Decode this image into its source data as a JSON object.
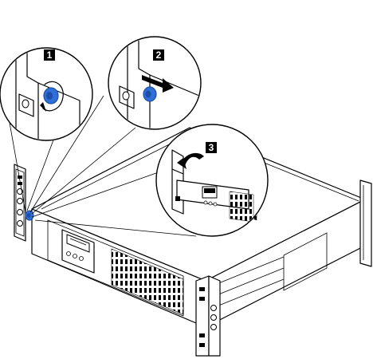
{
  "callouts": [
    {
      "number": "1"
    },
    {
      "number": "2"
    },
    {
      "number": "3"
    }
  ],
  "colors": {
    "line": "#000000",
    "screw": "#2f6fd6",
    "screw_dark": "#1d4fa8",
    "callout_bg": "#000000",
    "background": "#ffffff"
  },
  "icons": [
    "thumbscrew-icon",
    "arrow-right-icon",
    "curved-arrow-icon"
  ]
}
